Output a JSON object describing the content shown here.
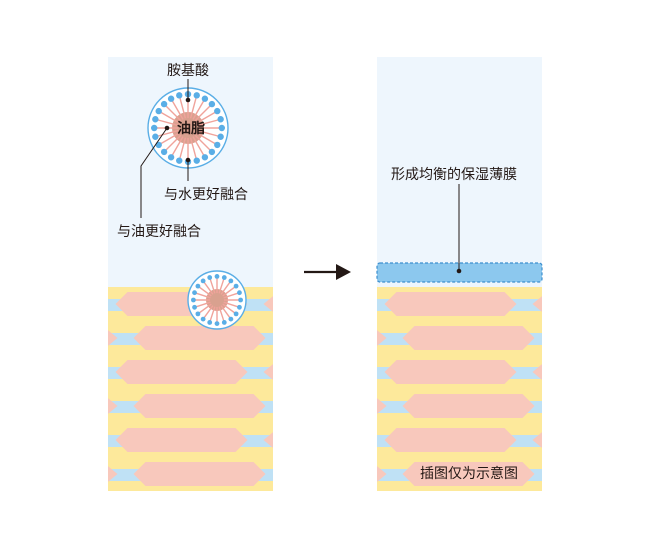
{
  "labels": {
    "amino_acid": "胺基酸",
    "oil": "油脂",
    "water_affinity": "与水更好融合",
    "oil_affinity": "与油更好融合",
    "moisture_film": "形成均衡的保湿薄膜",
    "disclaimer": "插图仅为示意图"
  },
  "colors": {
    "sky": "#eef6fd",
    "yellow": "#fde99b",
    "light_blue": "#bfe1f5",
    "pink": "#f8c8bc",
    "film": "#8cc8ee",
    "film_border": "#3d8fcf",
    "micelle_blue": "#5aaee6",
    "micelle_pink": "#f0a39b",
    "core": "#d9a18f",
    "ink": "#231815"
  },
  "icons": {
    "arrow": "right-arrow-icon",
    "micelle": "amino-acid-micelle-icon"
  }
}
